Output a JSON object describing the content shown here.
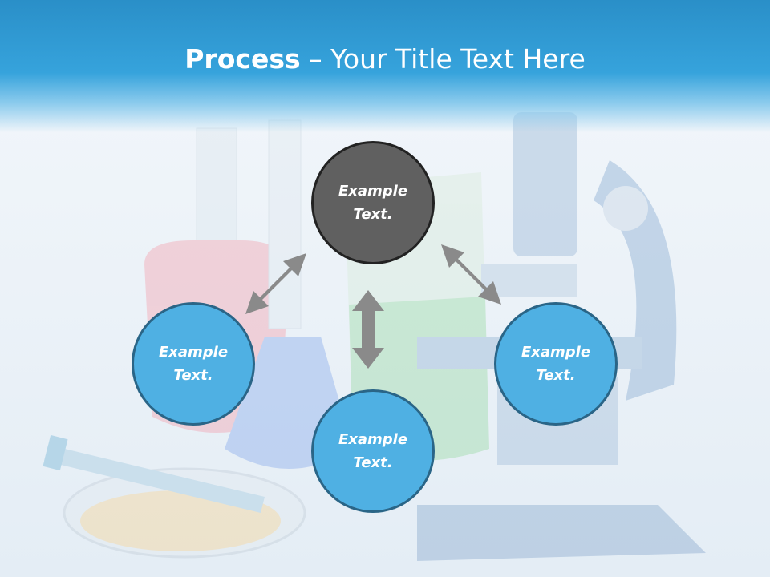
{
  "slide": {
    "title_bold": "Process",
    "title_rest": "– Your Title Text Here",
    "nodes": [
      {
        "text": "Example Text."
      },
      {
        "text": "Example Text."
      },
      {
        "text": "Example Text."
      },
      {
        "text": "Example Text."
      }
    ]
  },
  "colors": {
    "header": "#36a3dc",
    "node_blue": "#4fb0e3",
    "node_dark": "#606060",
    "arrow": "#8a8a8a"
  }
}
